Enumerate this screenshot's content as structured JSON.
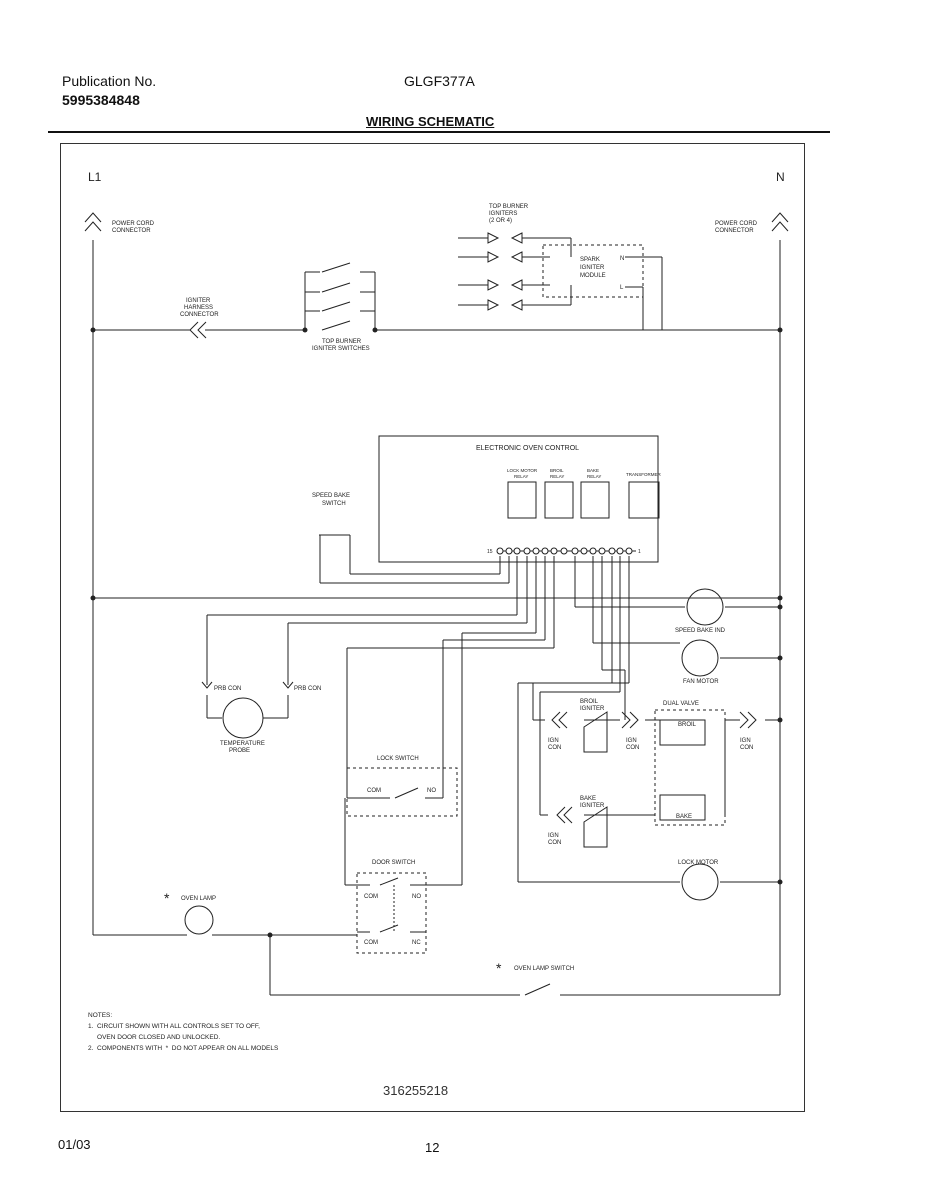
{
  "header": {
    "publication_label": "Publication No.",
    "publication_number": "5995384848",
    "model": "GLGF377A",
    "title": "WIRING SCHEMATIC"
  },
  "schematic": {
    "l1": "L1",
    "n": "N",
    "power_cord_left": [
      "POWER CORD",
      "CONNECTOR"
    ],
    "power_cord_right": [
      "POWER CORD",
      "CONNECTOR"
    ],
    "igniter_harness": [
      "IGNITER",
      "HARNESS",
      "CONNECTOR"
    ],
    "top_burner_switches": [
      "TOP BURNER",
      "IGNITER SWITCHES"
    ],
    "top_burner_igniters": [
      "TOP BURNER",
      "IGNITERS",
      "(2 OR 4)"
    ],
    "spark_module": [
      "SPARK",
      "IGNITER",
      "MODULE"
    ],
    "spark_n": "N",
    "spark_l": "L",
    "electronic_control": "ELECTRONIC OVEN CONTROL",
    "relay_lock": [
      "LOCK MOTOR",
      "RELAY"
    ],
    "relay_broil": [
      "BROIL",
      "RELAY"
    ],
    "relay_bake": [
      "BAKE",
      "RELAY"
    ],
    "transformer": "TRANSFORMER",
    "pin_first": "15",
    "pin_last": "1",
    "speed_bake_switch": [
      "SPEED BAKE",
      "SWITCH"
    ],
    "speed_bake_ind": "SPEED BAKE IND",
    "fan_motor": "FAN MOTOR",
    "prb_con_1": "PRB CON",
    "prb_con_2": "PRB CON",
    "temp_probe": [
      "TEMPERATURE",
      "PROBE"
    ],
    "broil_igniter": [
      "BROIL",
      "IGNITER"
    ],
    "dual_valve": "DUAL VALVE",
    "dv_broil": "BROIL",
    "dv_bake": "BAKE",
    "ign_con": [
      "IGN",
      "CON"
    ],
    "bake_igniter": [
      "BAKE",
      "IGNITER"
    ],
    "lock_switch": "LOCK SWITCH",
    "lock_com": "COM",
    "lock_no": "NO",
    "door_switch": "DOOR SWITCH",
    "door_com_top": "COM",
    "door_no_top": "NO",
    "door_com_bot": "COM",
    "door_nc_bot": "NC",
    "lock_motor": "LOCK MOTOR",
    "oven_lamp": "OVEN LAMP",
    "oven_lamp_switch": "OVEN LAMP SWITCH",
    "asterisk": "*"
  },
  "notes": {
    "heading": "NOTES:",
    "line1": "1.  CIRCUIT SHOWN WITH ALL CONTROLS SET TO OFF,",
    "line2": "     OVEN DOOR CLOSED AND UNLOCKED.",
    "line3": "2.  COMPONENTS WITH  *  DO NOT APPEAR ON ALL MODELS"
  },
  "footer": {
    "drawing_number": "316255218",
    "date": "01/03",
    "page": "12"
  }
}
